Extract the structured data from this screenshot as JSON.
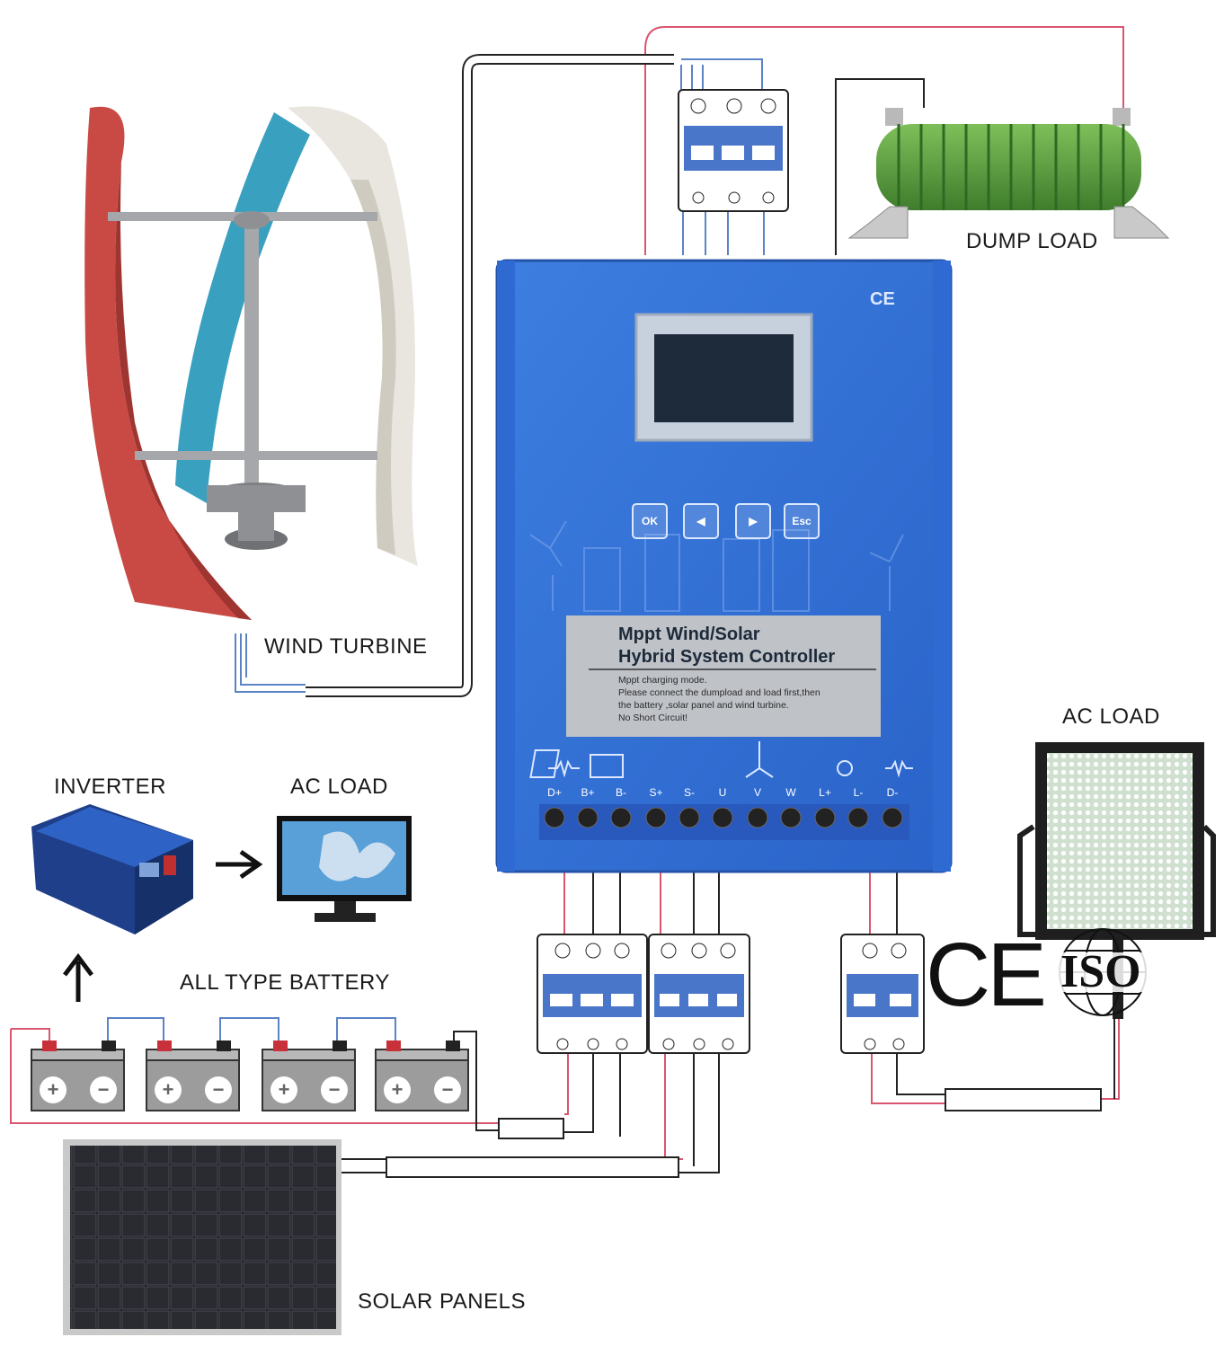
{
  "labels": {
    "dump_load": "DUMP LOAD",
    "wind_turbine": "WIND TURBINE",
    "inverter": "INVERTER",
    "ac_load_left": "AC LOAD",
    "ac_load_right": "AC LOAD",
    "all_type_battery": "ALL TYPE BATTERY",
    "solar_panels": "SOLAR PANELS"
  },
  "controller": {
    "title_line1": "Mppt Wind/Solar",
    "title_line2": "Hybrid System Controller",
    "note_lines": [
      "Mppt charging mode.",
      "Please connect the dumpload and load first,then",
      "the battery ,solar panel and wind turbine.",
      "No Short Circuit!"
    ],
    "ce_mark": "CE",
    "buttons": [
      "OK",
      "◀",
      "▶",
      "Esc"
    ],
    "terminals": [
      "D+",
      "B+",
      "B-",
      "S+",
      "S-",
      "U",
      "V",
      "W",
      "L+",
      "L-",
      "D-"
    ]
  },
  "battery_signs": [
    "+",
    "−"
  ],
  "certifications": {
    "ce": "CE",
    "iso": "ISO"
  },
  "colors": {
    "controller_blue": "#2f6fd6",
    "wire_red": "#d9566f",
    "wire_blue": "#5b83c6",
    "wire_black": "#222222",
    "dump_load_green": "#4f8f3a"
  }
}
